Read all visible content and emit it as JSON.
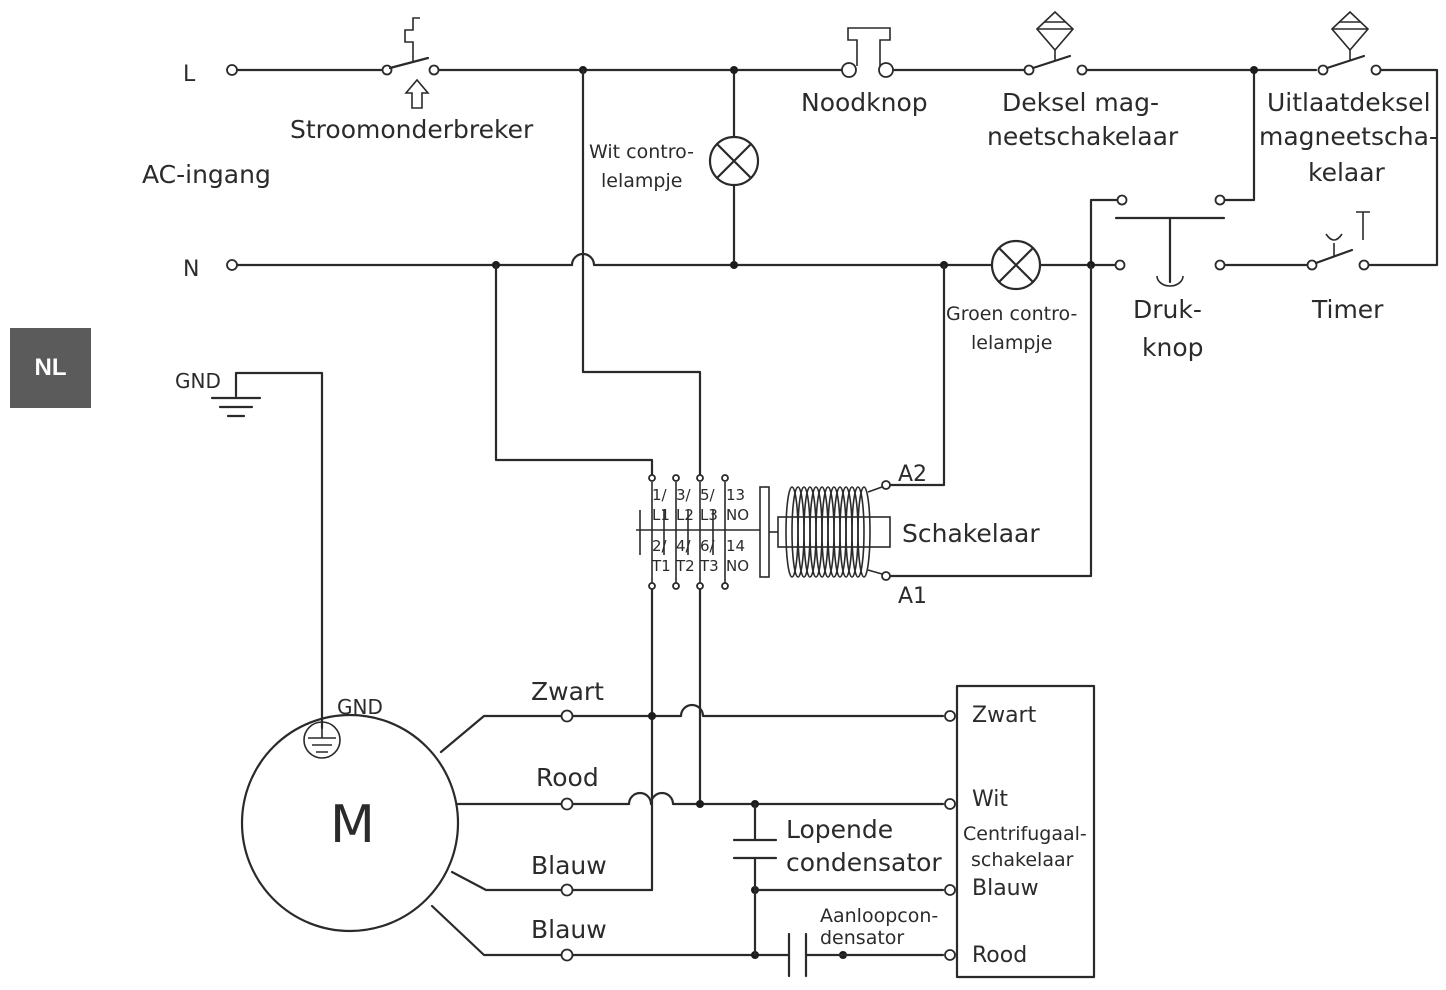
{
  "badge": "NL",
  "lines": {
    "l": "L",
    "n": "N",
    "ac_input": "AC-ingang",
    "gnd_top": "GND",
    "gnd_motor": "GND"
  },
  "components": {
    "breaker": "Stroomonderbreker",
    "emergency": "Noodknop",
    "lid_switch": [
      "Deksel mag-",
      "neetschakelaar"
    ],
    "outlet_switch": [
      "Uitlaatdeksel",
      "magneetscha-",
      "kelaar"
    ],
    "white_lamp": [
      "Wit contro-",
      "lelampje"
    ],
    "green_lamp": [
      "Groen contro-",
      "lelampje"
    ],
    "pushbutton": [
      "Druk-",
      "knop"
    ],
    "timer": "Timer",
    "contactor": "Schakelaar",
    "a1": "A1",
    "a2": "A2",
    "motor": "M",
    "run_cap": [
      "Lopende",
      "condensator"
    ],
    "start_cap": [
      "Aanloopcon-",
      "densator"
    ]
  },
  "contactor_terminals": {
    "top": [
      "1/",
      "3/",
      "5/",
      "13"
    ],
    "top2": [
      "L1",
      "L2",
      "L3",
      "NO"
    ],
    "bottom": [
      "2/",
      "4/",
      "6/",
      "14"
    ],
    "bottom2": [
      "T1",
      "T2",
      "T3",
      "NO"
    ]
  },
  "motor_wires": [
    "Zwart",
    "Rood",
    "Blauw",
    "Blauw"
  ],
  "switch_box": {
    "zwart": "Zwart",
    "wit": "Wit",
    "title": [
      "Centrifugaal-",
      "schakelaar"
    ],
    "blauw": "Blauw",
    "rood": "Rood"
  }
}
